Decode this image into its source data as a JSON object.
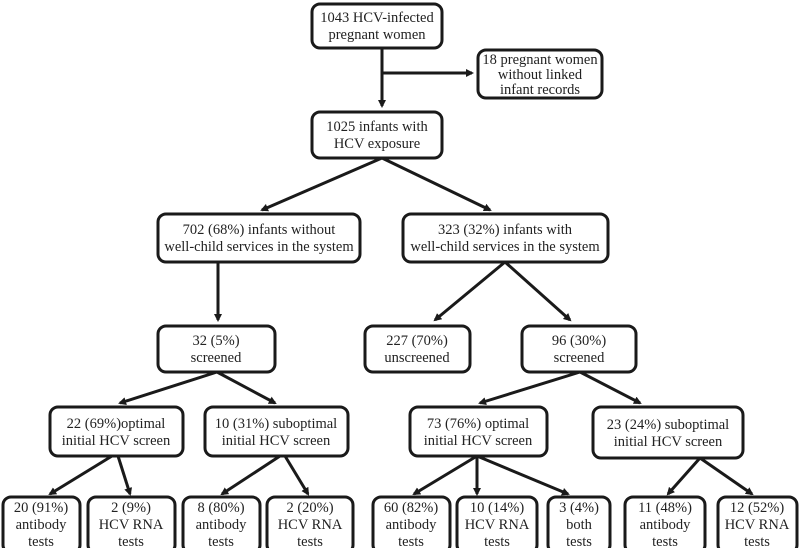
{
  "nodes": {
    "women": [
      "1043 HCV-infected",
      "pregnant women"
    ],
    "excluded": [
      "18 pregnant women",
      "without linked",
      "infant records"
    ],
    "infants": [
      "1025 infants with",
      "HCV exposure"
    ],
    "no_wellchild": [
      "702 (68%) infants without",
      "well-child services in the system"
    ],
    "wellchild": [
      "323 (32%) infants with",
      "well-child services in the system"
    ],
    "nw_screened": [
      "32 (5%)",
      "screened"
    ],
    "w_unscreened": [
      "227 (70%)",
      "unscreened"
    ],
    "w_screened": [
      "96 (30%)",
      "screened"
    ],
    "nw_optimal": [
      "22 (69%)optimal",
      "initial HCV screen"
    ],
    "nw_suboptimal": [
      "10 (31%) suboptimal",
      "initial HCV screen"
    ],
    "w_optimal": [
      "73 (76%) optimal",
      "initial HCV screen"
    ],
    "w_suboptimal": [
      "23 (24%) suboptimal",
      "initial HCV screen"
    ],
    "nwo_antibody": [
      "20 (91%)",
      "antibody",
      "tests"
    ],
    "nwo_rna": [
      "2 (9%)",
      "HCV RNA",
      "tests"
    ],
    "nws_antibody": [
      "8 (80%)",
      "antibody",
      "tests"
    ],
    "nws_rna": [
      "2 (20%)",
      "HCV RNA",
      "tests"
    ],
    "wo_antibody": [
      "60 (82%)",
      "antibody",
      "tests"
    ],
    "wo_rna": [
      "10 (14%)",
      "HCV RNA",
      "tests"
    ],
    "wo_both": [
      "3 (4%)",
      "both",
      "tests"
    ],
    "ws_antibody": [
      "11 (48%)",
      "antibody",
      "tests"
    ],
    "ws_rna": [
      "12 (52%)",
      "HCV RNA",
      "tests"
    ]
  }
}
